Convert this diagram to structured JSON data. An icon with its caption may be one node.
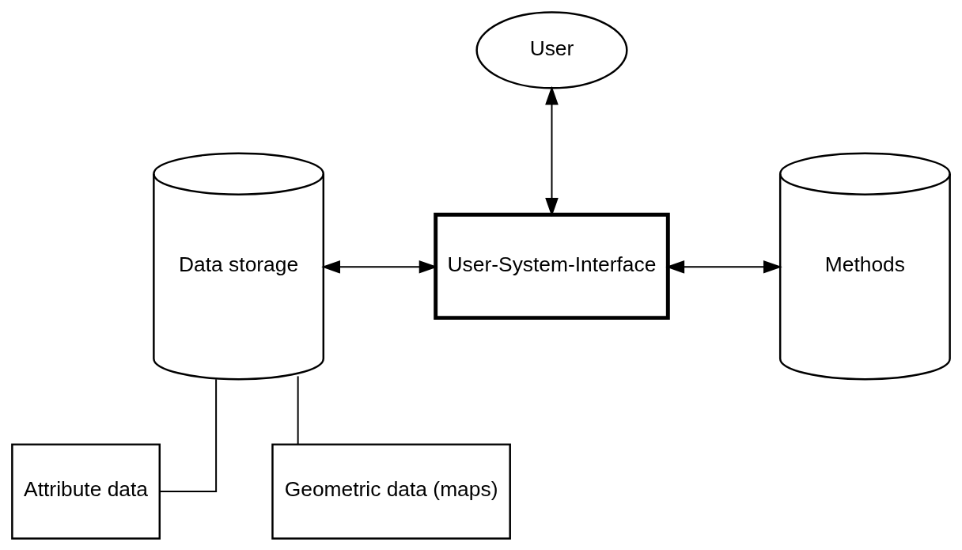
{
  "diagram": {
    "nodes": [
      {
        "text": [
          "User"
        ]
      },
      {
        "text": [
          "Data storage"
        ]
      },
      {
        "text": [
          "User-System-Interface"
        ]
      },
      {
        "text": [
          "Methods"
        ]
      },
      {
        "text": [
          "Attribute data"
        ]
      },
      {
        "text": [
          "Geometric data (maps)"
        ]
      }
    ],
    "edges": [
      {
        "from": 0,
        "to": 2,
        "arrow": "both"
      },
      {
        "from": 1,
        "to": 2,
        "arrow": "both"
      },
      {
        "from": 2,
        "to": 3,
        "arrow": "both"
      },
      {
        "from": 1,
        "to": 4,
        "arrow": "none"
      },
      {
        "from": 1,
        "to": 5,
        "arrow": "none"
      }
    ]
  }
}
